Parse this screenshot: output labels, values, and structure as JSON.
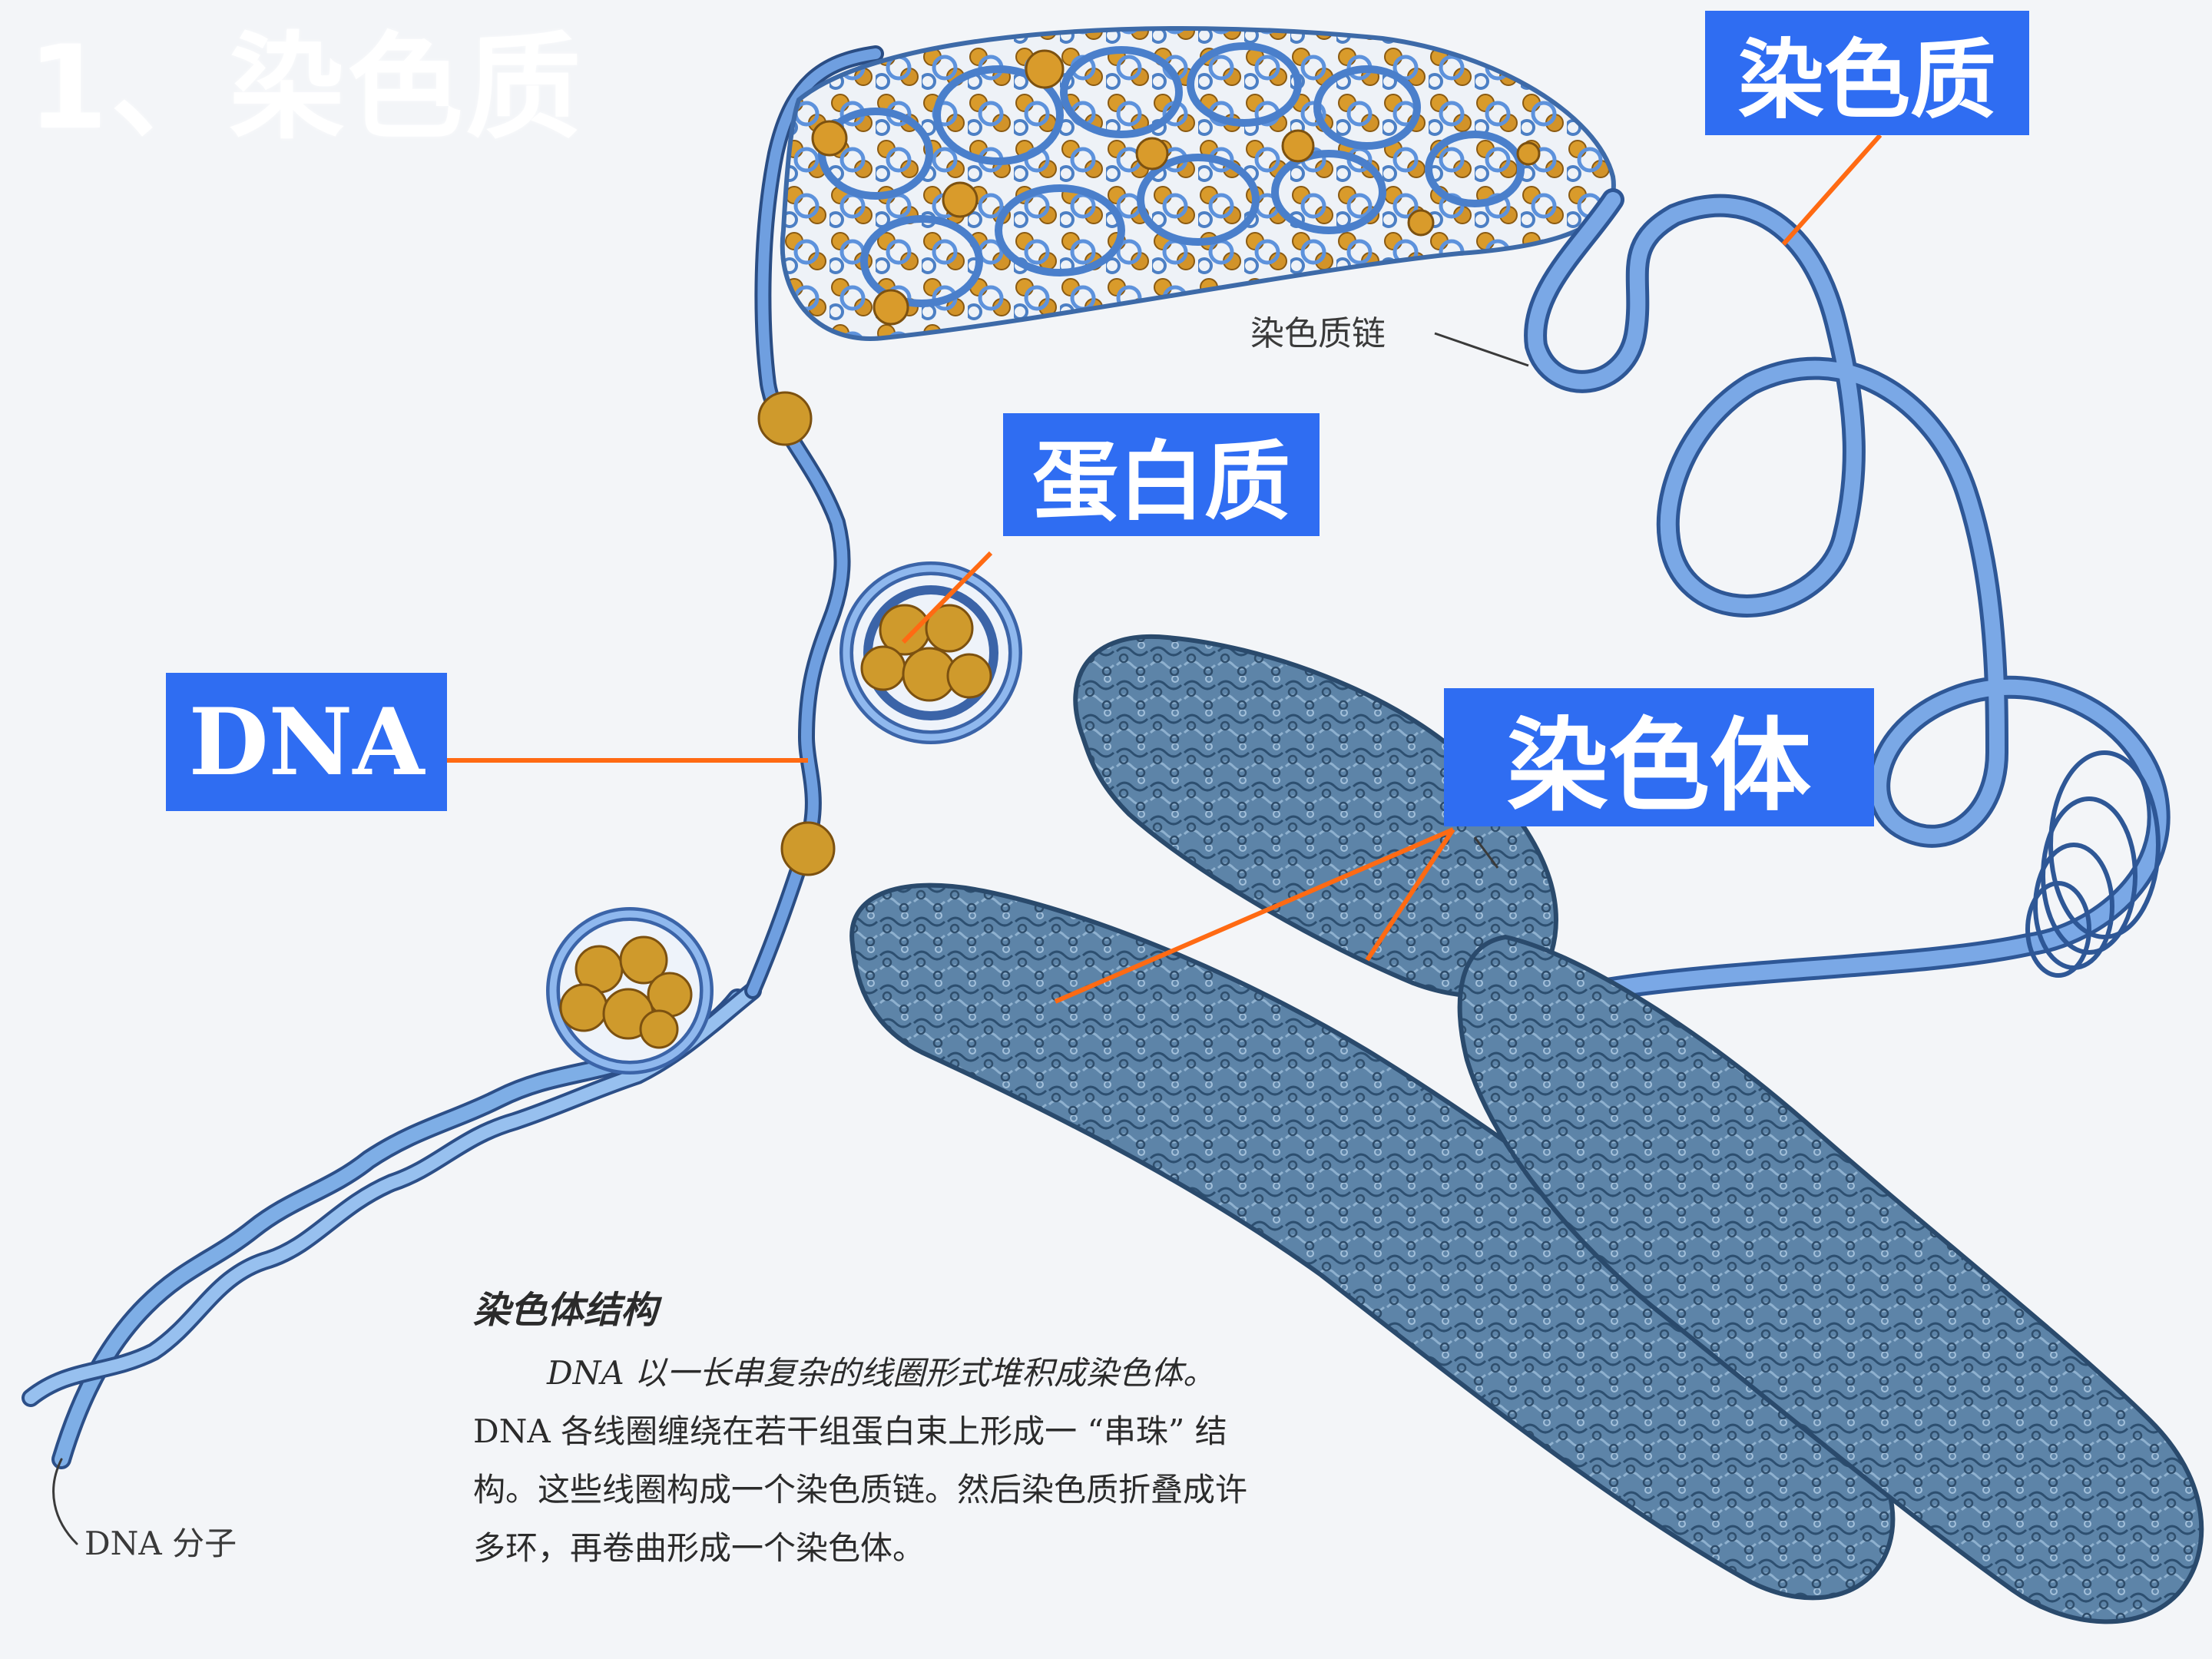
{
  "title": "1、染色质",
  "labels": {
    "chromatin": "染色质",
    "protein": "蛋白质",
    "dna": "DNA",
    "chromosome": "染色体"
  },
  "figure_labels": {
    "chromatin_chain": "染色质链",
    "dna_molecule": "DNA 分子"
  },
  "caption": {
    "title": "染色体结构",
    "lines": [
      "DNA 以一长串复杂的线圈形式堆积成染色体。",
      "DNA 各线圈缠绕在若干组蛋白束上形成一 “串珠” 结",
      "构。这些线圈构成一个染色质链。然后染色质折叠成许",
      "多环，再卷曲形成一个染色体。"
    ]
  },
  "colors": {
    "label_box": "#2f6df2",
    "pointer_line": "#ff6a13",
    "dna_strand": "#5d92dc",
    "chromosome": "#52799d",
    "histone": "#cf9a2c",
    "background": "#f3f5f8"
  }
}
